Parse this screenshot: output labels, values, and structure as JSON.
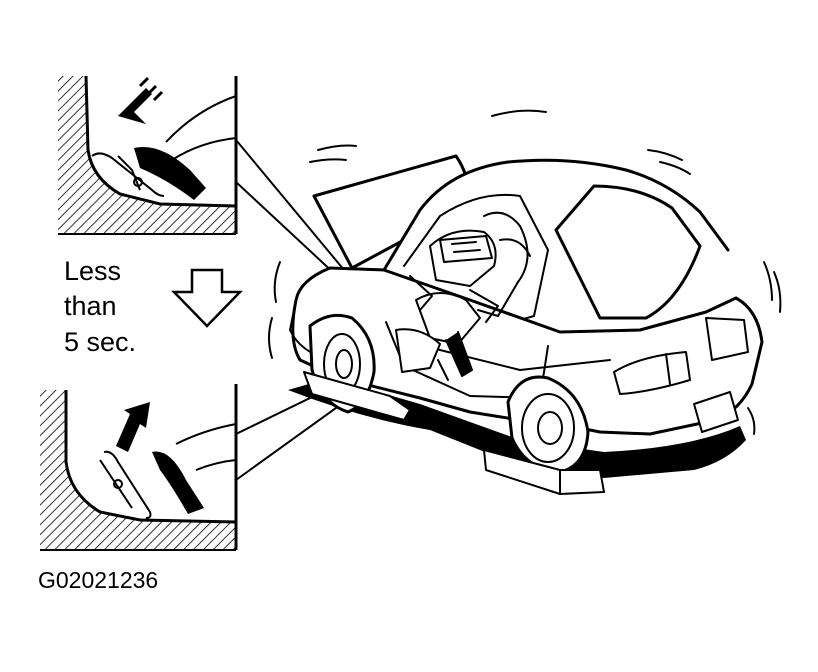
{
  "instruction": {
    "line1": "Less",
    "line2": "than",
    "line3": "5 sec."
  },
  "figure_code": "G02021236",
  "colors": {
    "ink": "#000000",
    "paper": "#ffffff"
  }
}
